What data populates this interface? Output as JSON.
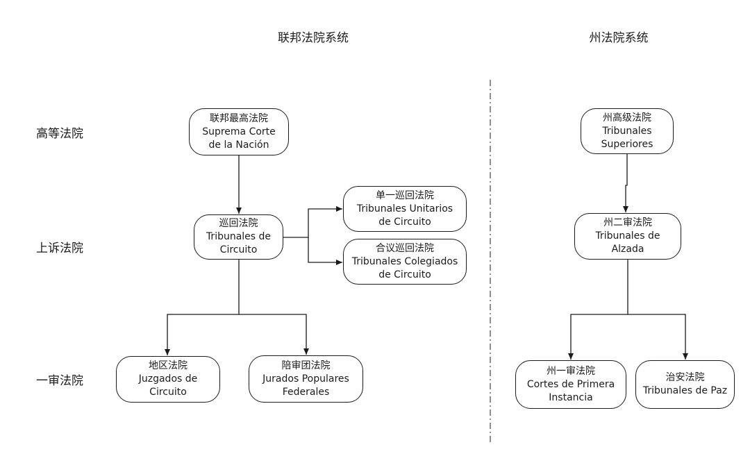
{
  "headings": {
    "federal": "联邦法院系统",
    "state": "州法院系统"
  },
  "levels": {
    "high": "高等法院",
    "appeal": "上诉法院",
    "first": "一审法院"
  },
  "nodes": {
    "supreme": [
      "联邦最高法院",
      "Suprema Corte",
      "de la Nación"
    ],
    "circuit": [
      "巡回法院",
      "Tribunales de",
      "Circuito"
    ],
    "unitary": [
      "单一巡回法院",
      "Tribunales Unitarios",
      "de Circuito"
    ],
    "collegiate": [
      "合议巡回法院",
      "Tribunales Colegiados",
      "de Circuito"
    ],
    "district": [
      "地区法院",
      "Juzgados de",
      "Circuito"
    ],
    "jury": [
      "陪审团法院",
      "Jurados Populares",
      "Federales"
    ],
    "state_superior": [
      "州高级法院",
      "Tribunales",
      "Superiores"
    ],
    "state_appeal": [
      "州二审法院",
      "Tribunales de",
      "Alzada"
    ],
    "state_first": [
      "州一审法院",
      "Cortes de Primera",
      "Instancia"
    ],
    "peace": [
      "治安法院",
      "Tribunales de Paz"
    ]
  },
  "colors": {
    "line": "#1a1a1a",
    "divider": "#444444"
  }
}
